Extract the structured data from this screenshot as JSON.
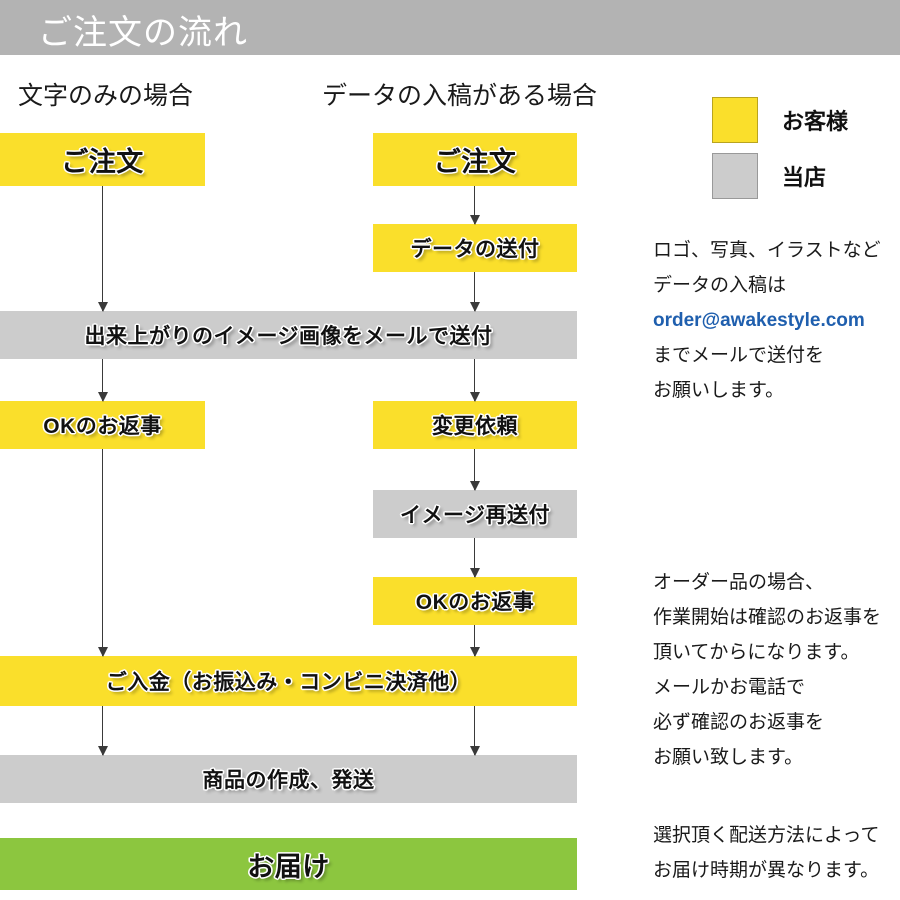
{
  "header": {
    "title": "ご注文の流れ"
  },
  "columns": [
    {
      "heading": "文字のみの場合"
    },
    {
      "heading": "データの入稿がある場合"
    }
  ],
  "legend": {
    "items": [
      {
        "label": "お客様",
        "color": "#fadf2b",
        "swatch": "yellow-swatch"
      },
      {
        "label": "当店",
        "color": "#cccccc",
        "swatch": "gray-swatch"
      }
    ]
  },
  "flow": {
    "boxes": [
      {
        "id": "order-left",
        "label": "ご注文",
        "color": "#fadf2b"
      },
      {
        "id": "order-right",
        "label": "ご注文",
        "color": "#fadf2b"
      },
      {
        "id": "send-data",
        "label": "データの送付",
        "color": "#fadf2b"
      },
      {
        "id": "send-image-mail",
        "label": "出来上がりのイメージ画像をメールで送付",
        "color": "#cccccc"
      },
      {
        "id": "ok-reply-left",
        "label": "OKのお返事",
        "color": "#fadf2b"
      },
      {
        "id": "change-request",
        "label": "変更依頼",
        "color": "#fadf2b"
      },
      {
        "id": "image-resend",
        "label": "イメージ再送付",
        "color": "#cccccc"
      },
      {
        "id": "ok-reply-right",
        "label": "OKのお返事",
        "color": "#fadf2b"
      },
      {
        "id": "payment",
        "label": "ご入金（お振込み・コンビニ決済他）",
        "color": "#fadf2b"
      },
      {
        "id": "make-and-ship",
        "label": "商品の作成、発送",
        "color": "#cccccc"
      },
      {
        "id": "delivery",
        "label": "お届け",
        "color": "#8cc63f"
      }
    ]
  },
  "notes": {
    "data_submission": {
      "lines": [
        "ロゴ、写真、イラストなど",
        "データの入稿は"
      ],
      "email": "order@awakestyle.com",
      "lines_after": [
        "までメールで送付を",
        "お願いします。"
      ]
    },
    "order_confirmation": {
      "lines": [
        "オーダー品の場合、",
        "作業開始は確認のお返事を",
        "頂いてからになります。",
        "メールかお電話で",
        "必ず確認のお返事を",
        "お願い致します。"
      ]
    },
    "shipping": {
      "lines": [
        "選択頂く配送方法によって",
        "お届け時期が異なります。"
      ]
    }
  }
}
